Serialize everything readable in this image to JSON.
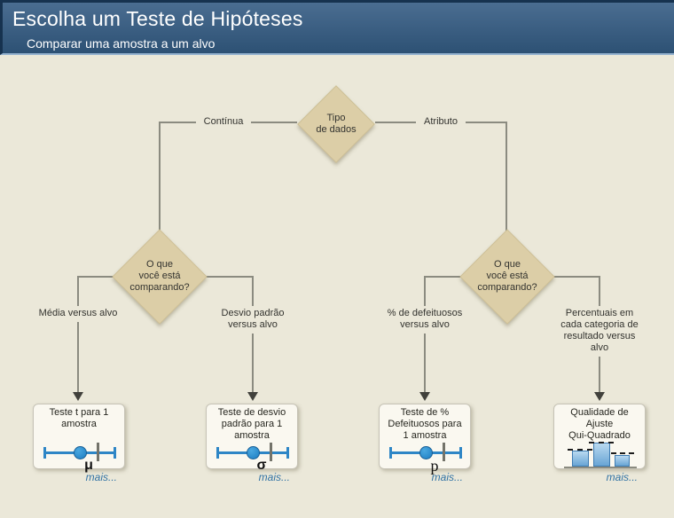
{
  "header": {
    "title": "Escolha um Teste de Hipóteses",
    "subtitle": "Comparar uma amostra a um alvo"
  },
  "flow": {
    "root": {
      "label": "Tipo de dados",
      "lines": [
        "Tipo",
        "de dados"
      ]
    },
    "branch_left": "Contínua",
    "branch_right": "Atributo",
    "question_left": {
      "label": "O que você está comparando?",
      "lines": [
        "O que",
        "você está",
        "comparando?"
      ]
    },
    "question_right": {
      "label": "O que você está comparando?",
      "lines": [
        "O que",
        "você está",
        "comparando?"
      ]
    }
  },
  "tests": [
    {
      "branch_label": "Média versus alvo",
      "branch_lines": [
        "Média versus alvo"
      ],
      "name": "Teste t para 1 amostra",
      "name_lines": [
        "Teste t para 1",
        "amostra"
      ],
      "icon": "one-sample-interval-plot",
      "symbol": "μ",
      "more": "mais..."
    },
    {
      "branch_label": "Desvio padrão versus alvo",
      "branch_lines": [
        "Desvio padrão",
        "versus alvo"
      ],
      "name": "Teste de desvio padrão para 1 amostra",
      "name_lines": [
        "Teste de desvio",
        "padrão para 1",
        "amostra"
      ],
      "icon": "one-sample-interval-plot",
      "symbol": "σ",
      "more": "mais..."
    },
    {
      "branch_label": "% de defeituosos versus alvo",
      "branch_lines": [
        "% de defeituosos",
        "versus alvo"
      ],
      "name": "Teste de % Defeituosos para 1 amostra",
      "name_lines": [
        "Teste de %",
        "Defeituosos para",
        "1 amostra"
      ],
      "icon": "one-sample-interval-plot",
      "symbol": "p",
      "more": "mais..."
    },
    {
      "branch_label": "Percentuais em cada categoria de resultado versus alvo",
      "branch_lines": [
        "Percentuais em",
        "cada categoria de",
        "resultado versus",
        "alvo"
      ],
      "name": "Qualidade de Ajuste Qui-Quadrado",
      "name_lines": [
        "Qualidade de",
        "Ajuste",
        "Qui-Quadrado"
      ],
      "icon": "bar-chart",
      "symbol": "",
      "more": "mais..."
    }
  ],
  "colors": {
    "header_gradient_top": "#4a6d91",
    "header_gradient_bottom": "#2d5174",
    "background": "#ebe8d9",
    "diamond_fill": "#dccea7",
    "connector_line": "#8b8b80",
    "accent_blue": "#2e86c6",
    "link_blue": "#3273a5",
    "box_fill": "#faf8f0"
  }
}
